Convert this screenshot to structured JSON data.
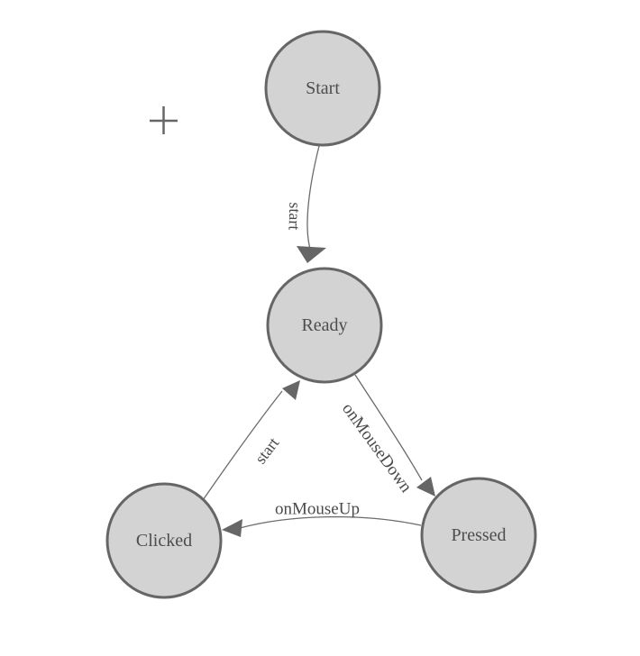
{
  "colors": {
    "background": "#ffffff",
    "node_fill": "#d3d3d3",
    "node_stroke": "#666666",
    "node_text": "#4d4d4d",
    "edge_stroke": "#6b6b6b",
    "arrow_fill": "#666666",
    "edge_text": "#4a4a4a",
    "crosshair": "#666666"
  },
  "nodes": [
    {
      "id": "start",
      "label": "Start"
    },
    {
      "id": "ready",
      "label": "Ready"
    },
    {
      "id": "clicked",
      "label": "Clicked"
    },
    {
      "id": "pressed",
      "label": "Pressed"
    }
  ],
  "edges": [
    {
      "from": "start",
      "to": "ready",
      "label": "start"
    },
    {
      "from": "ready",
      "to": "pressed",
      "label": "onMouseDown"
    },
    {
      "from": "pressed",
      "to": "clicked",
      "label": "onMouseUp"
    },
    {
      "from": "clicked",
      "to": "ready",
      "label": "start"
    }
  ]
}
